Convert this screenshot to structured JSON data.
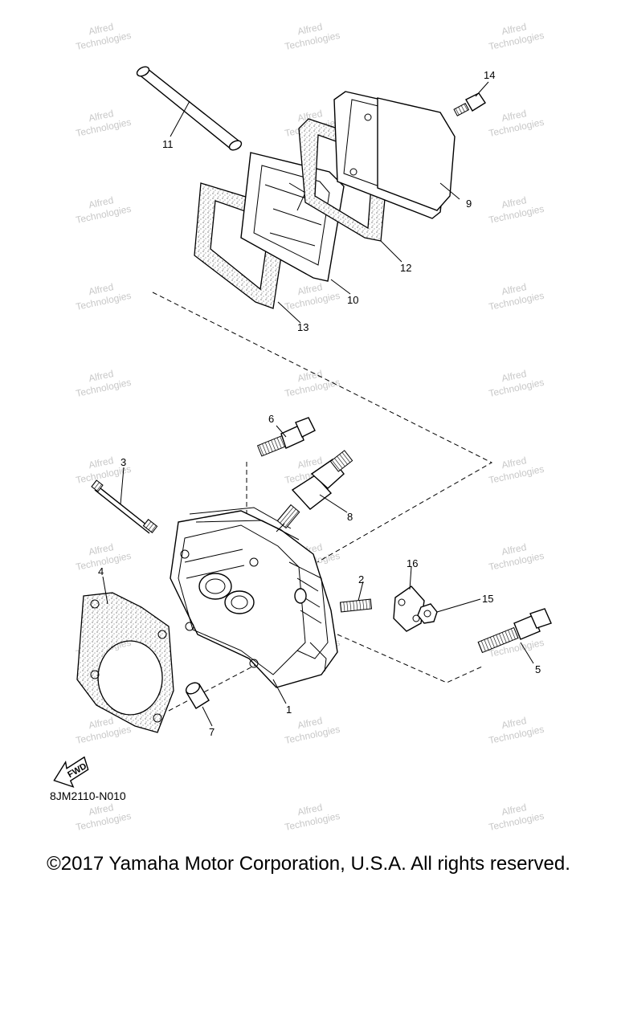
{
  "callouts": {
    "p1": "1",
    "p2": "2",
    "p3": "3",
    "p4": "4",
    "p5": "5",
    "p6": "6",
    "p7": "7",
    "p8": "8",
    "p9": "9",
    "p10": "10",
    "p11": "11",
    "p12": "12",
    "p13": "13",
    "p14": "14",
    "p15": "15",
    "p16": "16"
  },
  "fwd_label": "FWD",
  "diagram_code": "8JM2110-N010",
  "copyright": "©2017 Yamaha Motor Corporation, U.S.A. All rights reserved.",
  "watermark": {
    "line1": "Alfred",
    "line2": "Technologies"
  }
}
